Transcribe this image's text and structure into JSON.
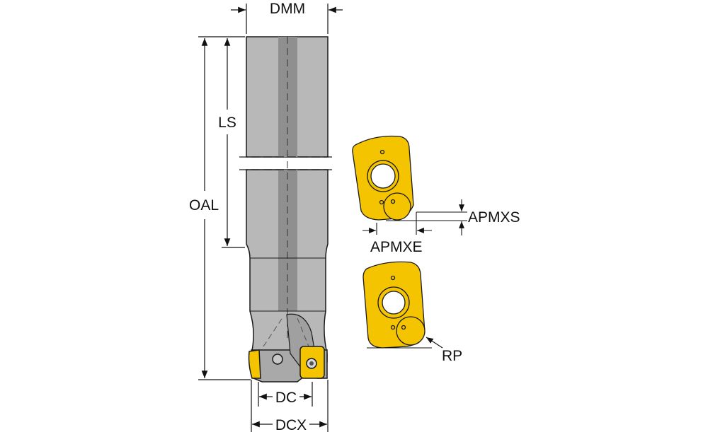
{
  "labels": {
    "dmm": "DMM",
    "ls": "LS",
    "oal": "OAL",
    "dc": "DC",
    "dcx": "DCX",
    "apmxs": "APMXS",
    "apmxe": "APMXE",
    "rp": "RP"
  },
  "colors": {
    "body": "#b8b8b8",
    "coolant_channel": "#8f8f8f",
    "insert": "#f5c400",
    "outline": "#1a1a1a"
  }
}
